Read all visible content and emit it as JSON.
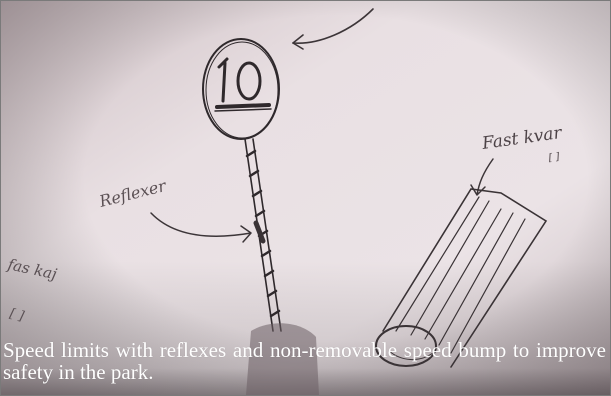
{
  "photo": {
    "sketch_labels": {
      "speed_number": "10",
      "reflector": "Reflexer",
      "fixed_bump": "Fast kvar",
      "bottom_left": "fas kaj"
    }
  },
  "caption": {
    "text": "Speed limits with reflexes and non-removable speed bump to improve safety in the park."
  }
}
